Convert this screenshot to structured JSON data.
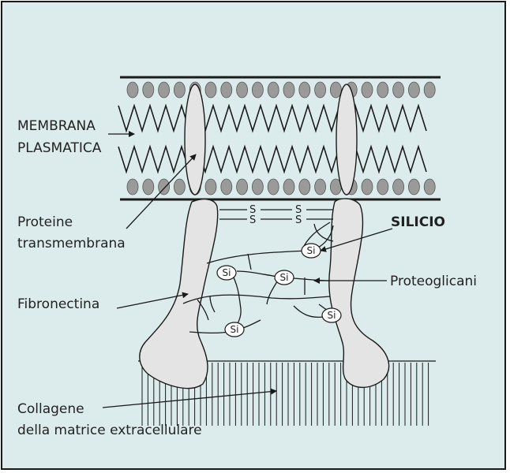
{
  "labels": {
    "membrana_line1": "MEMBRANA",
    "membrana_line2": "PLASMATICA",
    "proteine_line1": "Proteine",
    "proteine_line2": "transmembrana",
    "silicio": "SILICIO",
    "proteoglicani": "Proteoglicani",
    "fibronectina": "Fibronectina",
    "collagene_line1": "Collagene",
    "collagene_line2": "della matrice extracellulare"
  },
  "marks": {
    "silicon_symbol": "Si",
    "sulfur_symbol": "S"
  },
  "colors": {
    "background": "#dcecec",
    "lipid_head": "#9a9a9a",
    "protein_fill": "#e4e4e4",
    "line": "#1a1a1a"
  }
}
